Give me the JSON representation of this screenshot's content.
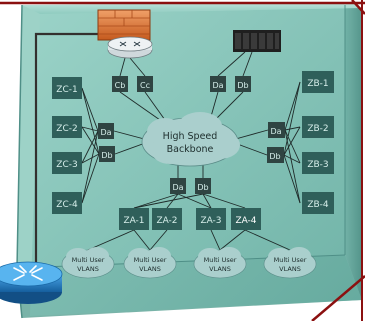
{
  "diagram": {
    "backbone": [
      "High Speed",
      "Backbone"
    ],
    "zone_c": [
      "ZC-1",
      "ZC-2",
      "ZC-3",
      "ZC-4"
    ],
    "zone_b": [
      "ZB-1",
      "ZB-2",
      "ZB-3",
      "ZB-4"
    ],
    "zone_a": [
      "ZA-1",
      "ZA-2",
      "ZA-3",
      "ZA-4"
    ],
    "distribution": {
      "c_da": "Da",
      "c_db": "Db",
      "b_da": "Da",
      "b_db": "Db",
      "a_da": "Da",
      "a_db": "Db",
      "top_c_left": "Cb",
      "top_c_right": "Cc",
      "top_d_left": "Da",
      "top_d_right": "Db"
    },
    "vlan_labels": [
      "Multi User",
      "VLANS"
    ],
    "colors": {
      "building_fill": "#7fc2b6",
      "building_edge": "#4f8f87",
      "frame_red": "#8b1010",
      "switch_box": "#2f5f5a",
      "switch_text": "#d6eeea",
      "cloud_fill": "#aacfcd",
      "router_blue": "#1f78c1",
      "firewall_orange": "#d8702c"
    },
    "icons": [
      "server-rack-icon",
      "router-icon",
      "firewall-icon",
      "cloud-icon"
    ]
  }
}
